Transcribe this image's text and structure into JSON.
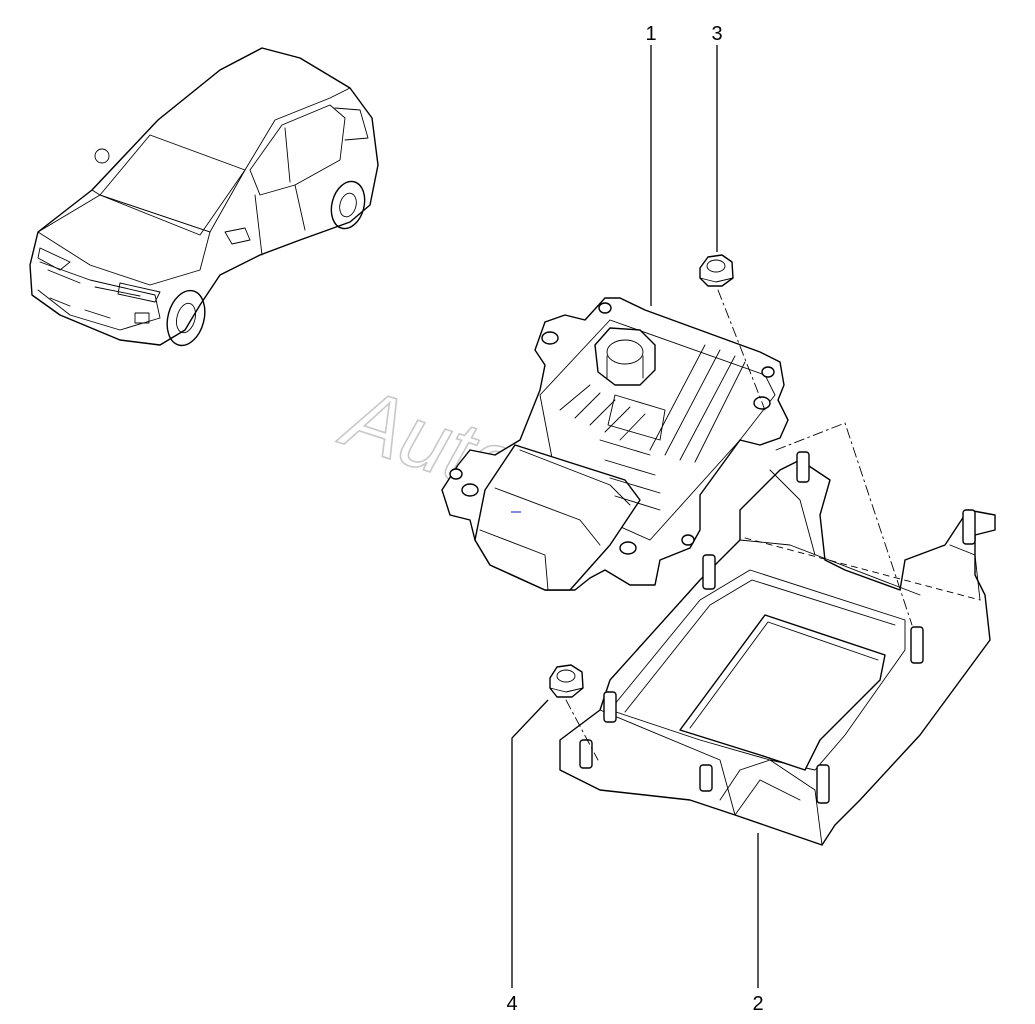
{
  "callouts": [
    {
      "id": "1",
      "label": "1"
    },
    {
      "id": "2",
      "label": "2"
    },
    {
      "id": "3",
      "label": "3"
    },
    {
      "id": "4",
      "label": "4"
    }
  ],
  "watermark": "AutoSoft",
  "colors": {
    "line": "#000000",
    "watermark": "#c8c8c8",
    "background": "#ffffff"
  }
}
